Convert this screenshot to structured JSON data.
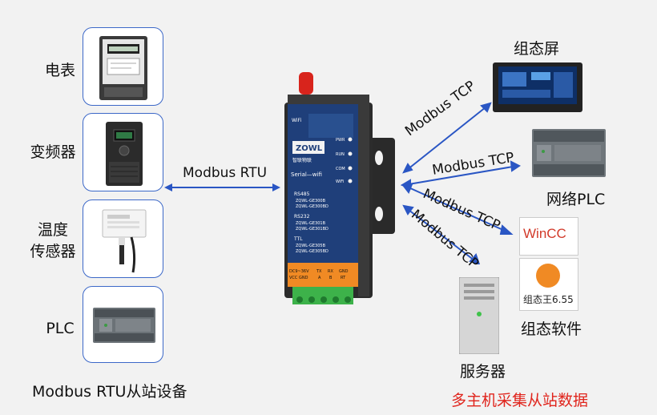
{
  "left_devices": [
    {
      "label": "电表",
      "icon": "electric-meter-icon"
    },
    {
      "label": "变频器",
      "icon": "frequency-inverter-icon"
    },
    {
      "label": "温度\n传感器",
      "icon": "temperature-sensor-icon"
    },
    {
      "label": "PLC",
      "icon": "plc-module-icon"
    }
  ],
  "left_link_label": "Modbus  RTU",
  "left_footer": "Modbus  RTU从站设备",
  "gateway": {
    "wifi_label": "WiFi",
    "brand": "ZOWL",
    "brand_sub": "智联物联",
    "serial_label": "Serial—wifi",
    "leds": [
      "PWR",
      "RUN",
      "COM",
      "WiFi"
    ],
    "rs485_title": "RS485",
    "rs485_models": [
      "ZQWL-GE300B",
      "ZQWL-GE300BD"
    ],
    "rs232_title": "RS232",
    "rs232_models": [
      "ZQWL-GE301B",
      "ZQWL-GE301BD"
    ],
    "ttl_title": "TTL",
    "ttl_models": [
      "ZQWL-GE305B",
      "ZQWL-GE305BD"
    ],
    "terminal_text": [
      "DC9~36V",
      "VCC GND",
      "TX",
      "A",
      "RX",
      "B",
      "GND",
      "RT"
    ],
    "body_color": "#1f3f7a",
    "accent_color": "#f08a24",
    "terminal_color": "#3db24a"
  },
  "right_links": [
    {
      "label": "Modbus TCP",
      "target": "组态屏"
    },
    {
      "label": "Modbus TCP",
      "target": "网络PLC"
    },
    {
      "label": "Modbus TCP",
      "target": "组态软件"
    },
    {
      "label": "Modbus TCP",
      "target": "服务器"
    }
  ],
  "right_devices": {
    "hmi": "组态屏",
    "network_plc": "网络PLC",
    "software": "组态软件",
    "software_logos": [
      "WinCC",
      "组态王6.55"
    ],
    "server": "服务器"
  },
  "right_footer": "多主机采集从站数据",
  "colors": {
    "arrow": "#2a56c4",
    "box_border": "#3c68c8",
    "highlight_text": "#e0241c"
  }
}
